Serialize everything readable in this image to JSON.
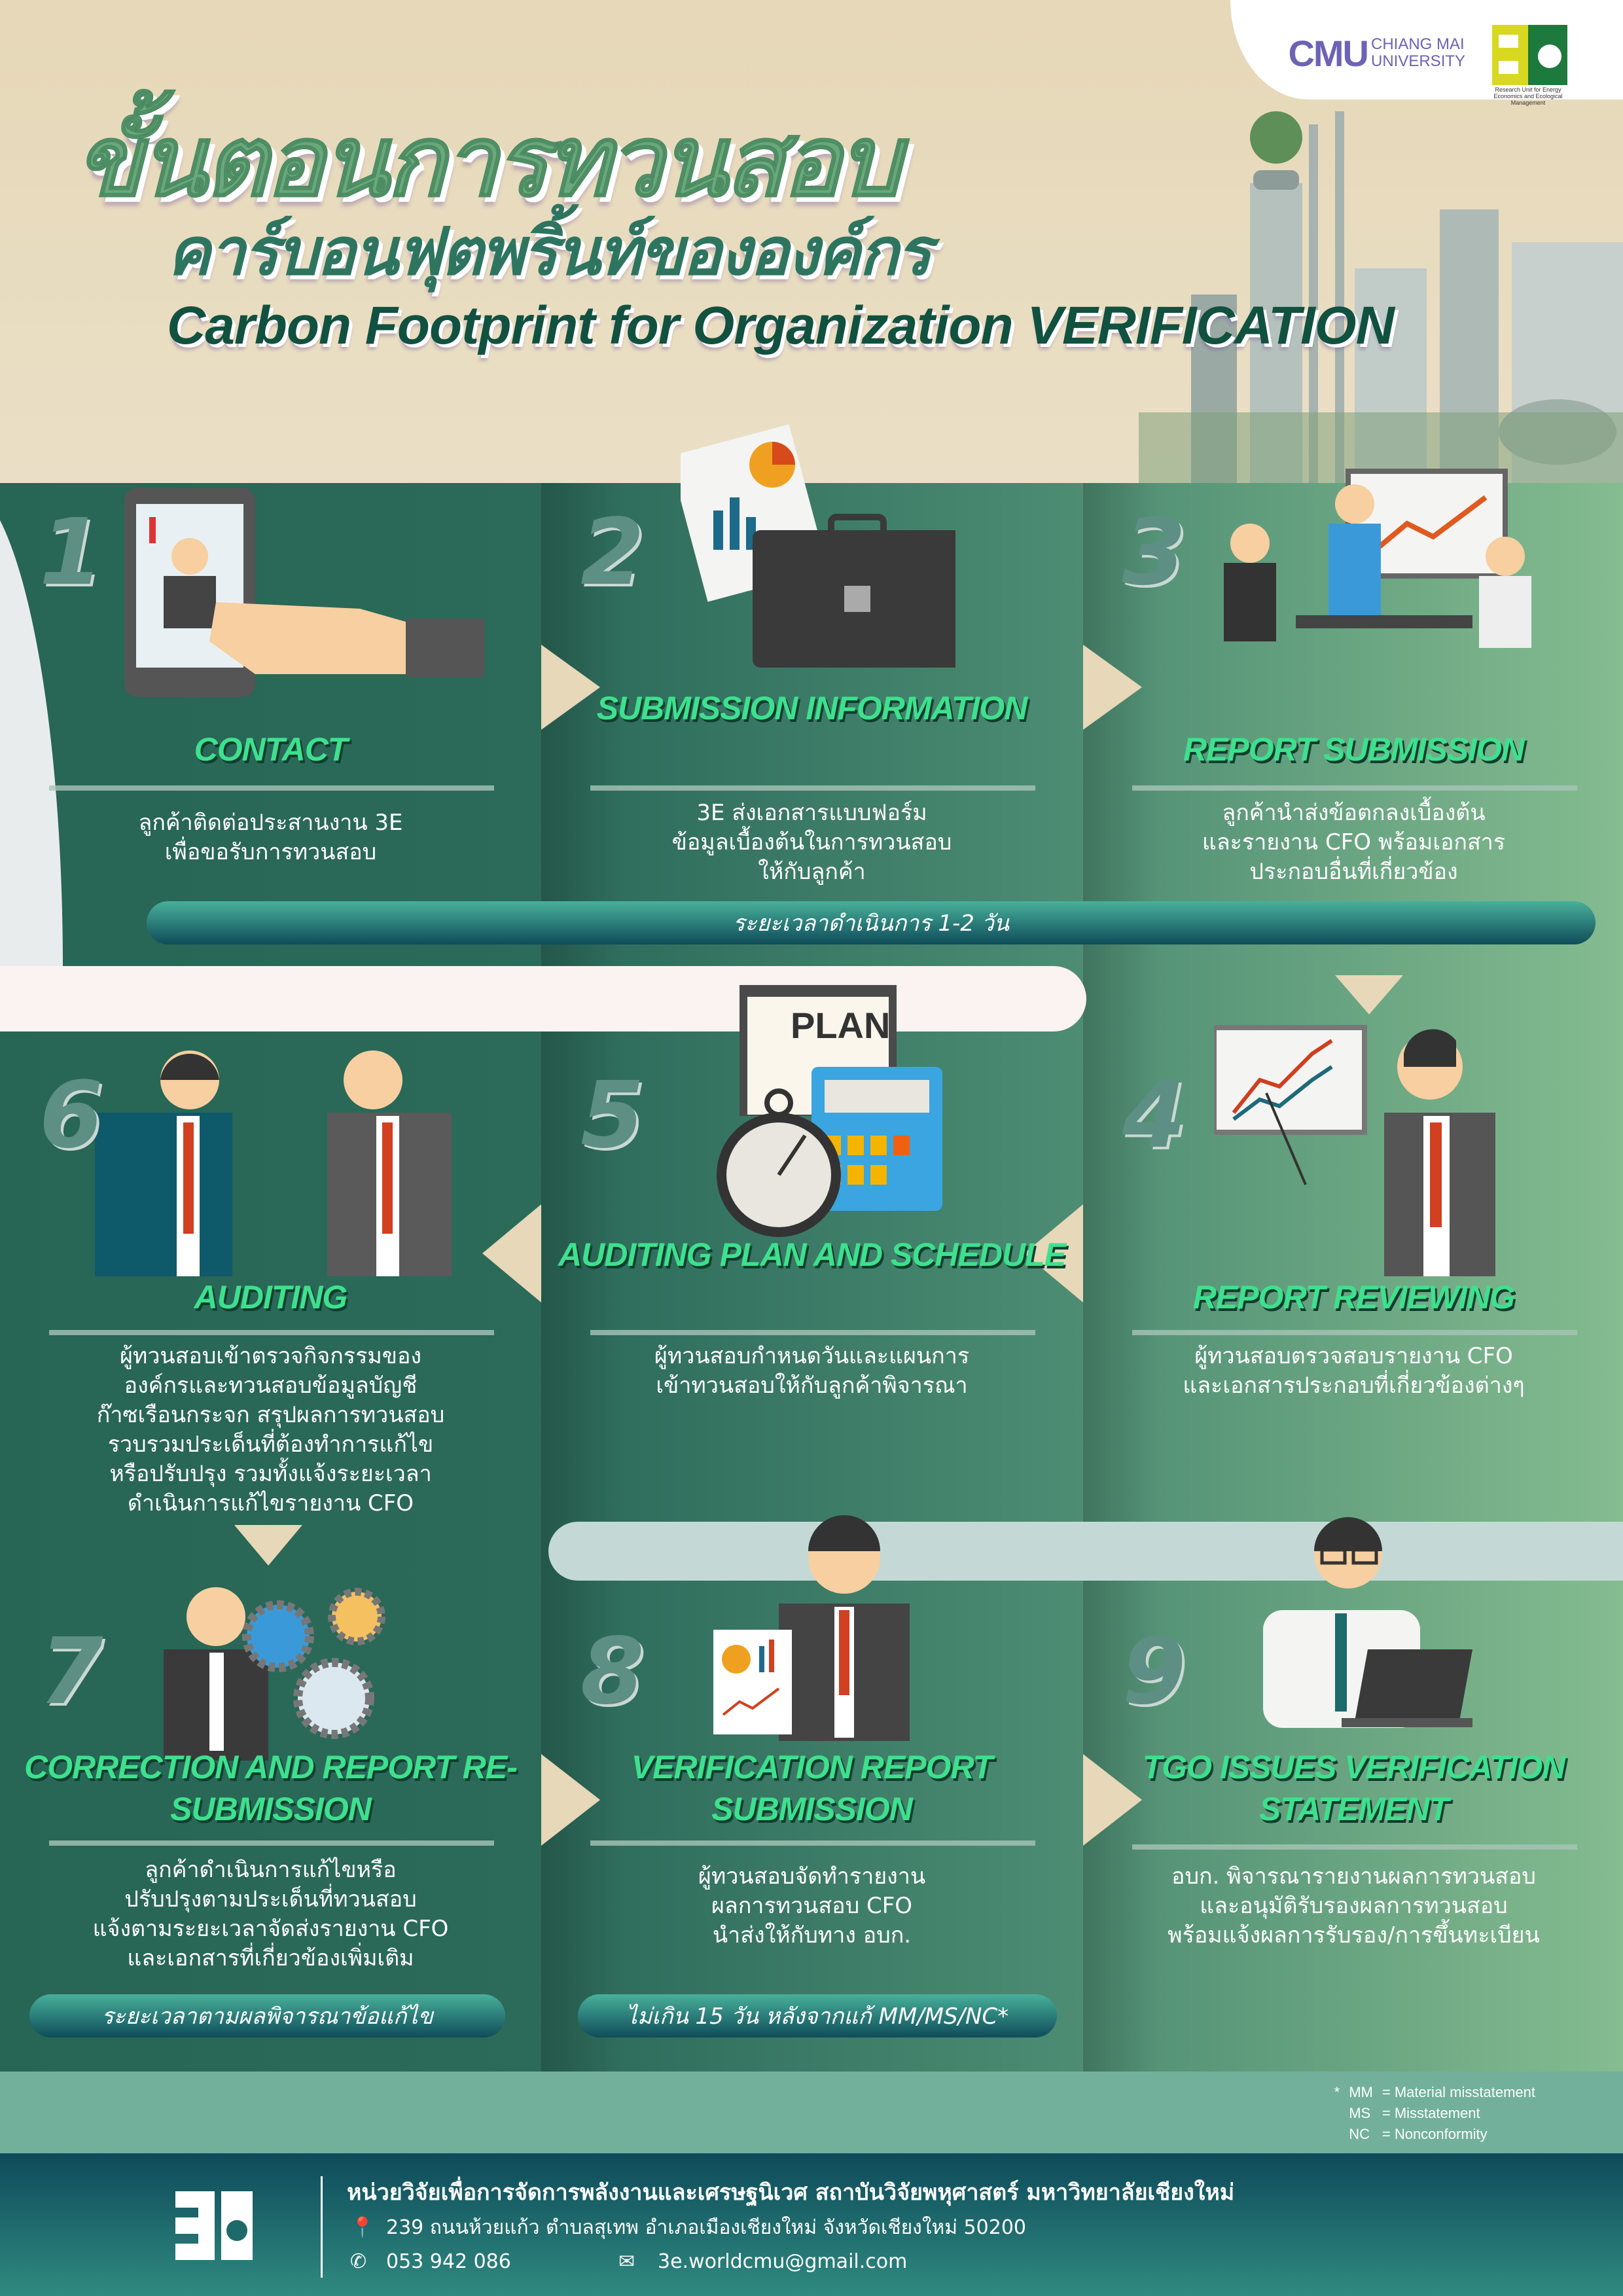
{
  "header": {
    "title_line1": "ขั้นตอนการทวนสอบ",
    "title_line2": "คาร์บอนฟุตพริ้นท์ขององค์กร",
    "title_line3": "Carbon Footprint for Organization VERIFICATION",
    "logo_cmu": "CMU",
    "logo_cmu_text": "CHIANG MAI UNIVERSITY",
    "logo_3e": "3E",
    "logo_3e_text": "Research Unit for Energy Economics and Ecological Management"
  },
  "steps": [
    {
      "num": "1",
      "title": "CONTACT",
      "desc": [
        "ลูกค้าติดต่อประสานงาน 3E",
        "เพื่อขอรับการทวนสอบ"
      ]
    },
    {
      "num": "2",
      "title": "SUBMISSION INFORMATION",
      "desc": [
        "3E ส่งเอกสารแบบฟอร์ม",
        "ข้อมูลเบื้องต้นในการทวนสอบ",
        "ให้กับลูกค้า"
      ]
    },
    {
      "num": "3",
      "title": "REPORT SUBMISSION",
      "desc": [
        "ลูกค้านำส่งข้อตกลงเบื้องต้น",
        "และรายงาน CFO พร้อมเอกสาร",
        "ประกอบอื่นที่เกี่ยวข้อง"
      ]
    },
    {
      "num": "4",
      "title": "REPORT REVIEWING",
      "desc": [
        "ผู้ทวนสอบตรวจสอบรายงาน CFO",
        "และเอกสารประกอบที่เกี่ยวข้องต่างๆ"
      ]
    },
    {
      "num": "5",
      "title": "AUDITING PLAN AND SCHEDULE",
      "desc": [
        "ผู้ทวนสอบกำหนดวันและแผนการ",
        "เข้าทวนสอบให้กับลูกค้าพิจารณา"
      ]
    },
    {
      "num": "6",
      "title": "AUDITING",
      "desc": [
        "ผู้ทวนสอบเข้าตรวจกิจกรรมของ",
        "องค์กรและทวนสอบข้อมูลบัญชี",
        "ก๊าซเรือนกระจก สรุปผลการทวนสอบ",
        "รวบรวมประเด็นที่ต้องทำการแก้ไข",
        "หรือปรับปรุง รวมทั้งแจ้งระยะเวลา",
        "ดำเนินการแก้ไขรายงาน CFO"
      ]
    },
    {
      "num": "7",
      "title": "CORRECTION AND REPORT RE-SUBMISSION",
      "desc": [
        "ลูกค้าดำเนินการแก้ไขหรือ",
        "ปรับปรุงตามประเด็นที่ทวนสอบ",
        "แจ้งตามระยะเวลาจัดส่งรายงาน CFO",
        "และเอกสารที่เกี่ยวข้องเพิ่มเติม"
      ]
    },
    {
      "num": "8",
      "title": "VERIFICATION REPORT SUBMISSION",
      "desc": [
        "ผู้ทวนสอบจัดทำรายงาน",
        "ผลการทวนสอบ CFO",
        "นำส่งให้กับทาง อบก."
      ]
    },
    {
      "num": "9",
      "title": "TGO ISSUES VERIFICATION STATEMENT",
      "desc": [
        "อบก. พิจารณารายงานผลการทวนสอบ",
        "และอนุมัติรับรองผลการทวนสอบ",
        "พร้อมแจ้งผลการรับรอง/การขึ้นทะเบียน"
      ]
    }
  ],
  "durations": {
    "row1": "ระยะเวลาดำเนินการ 1-2 วัน",
    "step7": "ระยะเวลาตามผลพิจารณาข้อแก้ไข",
    "step8": "ไม่เกิน 15 วัน หลังจากแก้ MM/MS/NC*"
  },
  "illustration_text": {
    "plan": "PLAN"
  },
  "footnote": [
    {
      "mark": "*",
      "abbr": "MM",
      "def": "= Material misstatement"
    },
    {
      "mark": "",
      "abbr": "MS",
      "def": "= Misstatement"
    },
    {
      "mark": "",
      "abbr": "NC",
      "def": "= Nonconformity"
    }
  ],
  "footer": {
    "org": "หน่วยวิจัยเพื่อการจัดการพลังงานและเศรษฐนิเวศ สถาบันวิจัยพหุศาสตร์ มหาวิทยาลัยเชียงใหม่",
    "address": "239 ถนนห้วยแก้ว ตำบลสุเทพ อำเภอเมืองเชียงใหม่ จังหวัดเชียงใหม่ 50200",
    "phone": "053 942 086",
    "email": "3e.worldcmu@gmail.com"
  },
  "colors": {
    "title_green": "#3ee08e",
    "panel_dark": "#276555",
    "panel_light": "#85bc90",
    "arrow": "#e6d8b8"
  }
}
